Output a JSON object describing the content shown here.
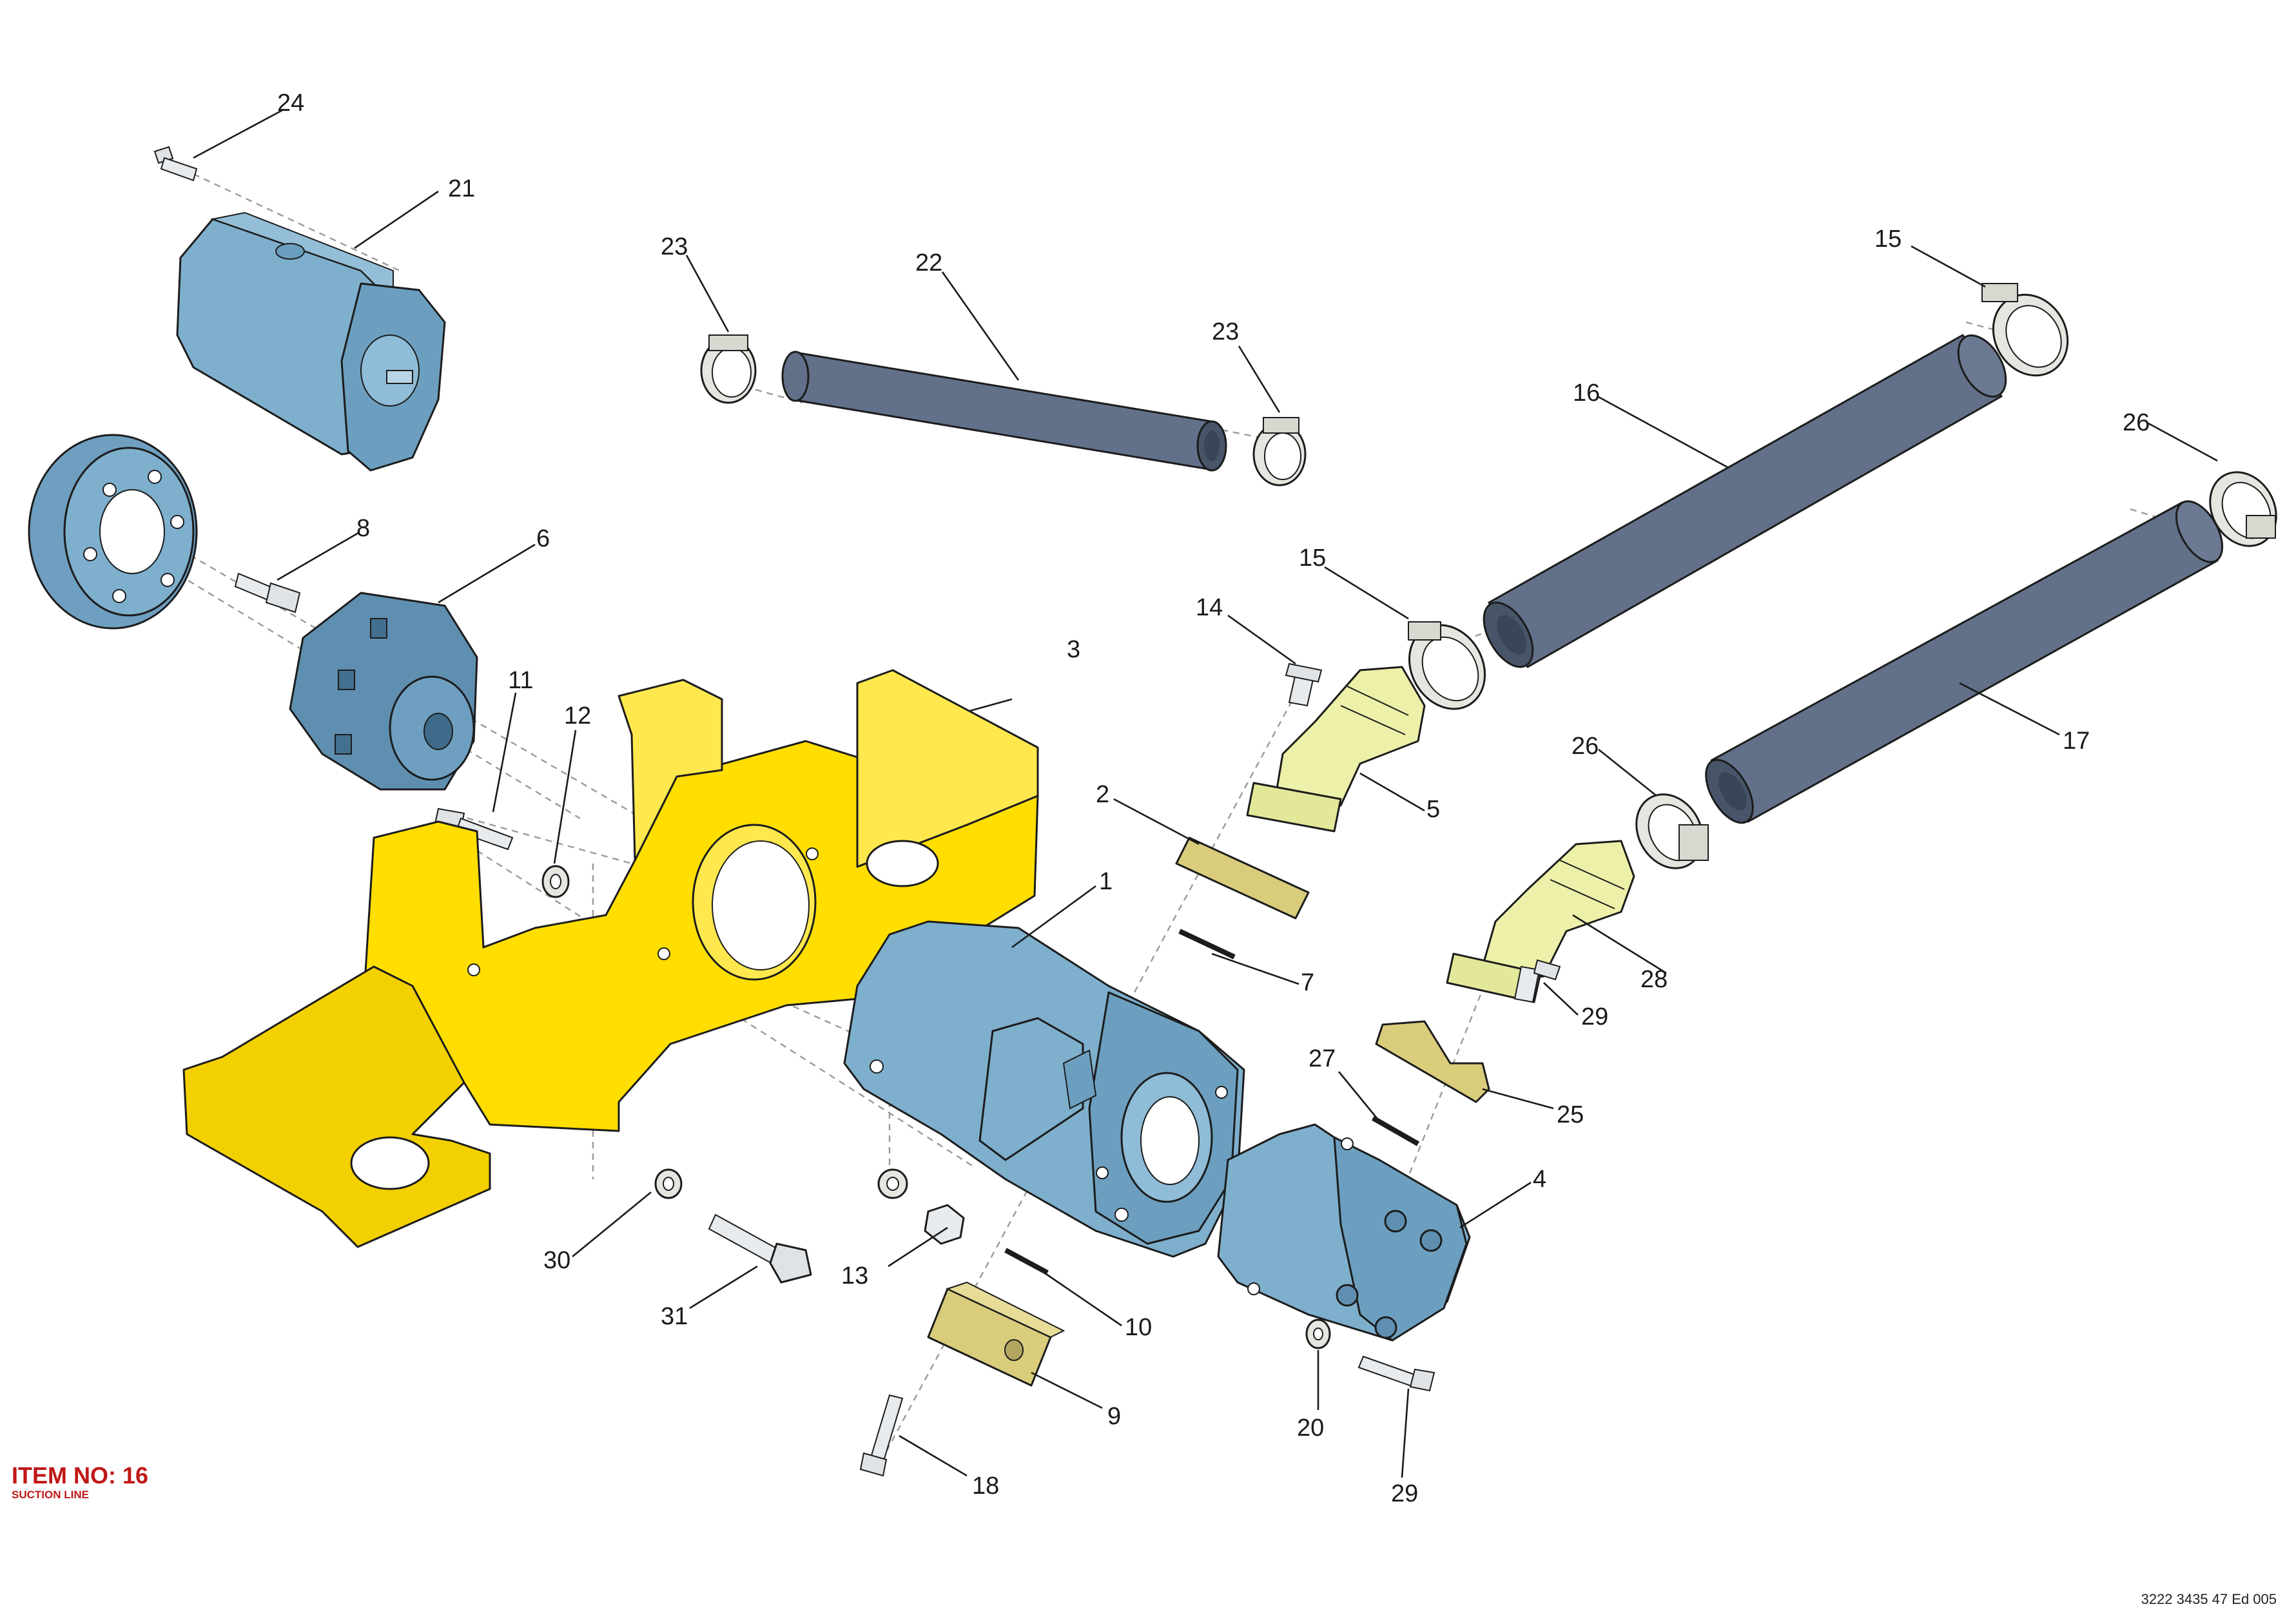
{
  "item_title": "ITEM NO: 16",
  "item_subtitle": "SUCTION LINE",
  "doc_reference": "3222 3435 47 Ed 005",
  "callouts": {
    "c1": "1",
    "c2": "2",
    "c3": "3",
    "c4": "4",
    "c5": "5",
    "c6": "6",
    "c7": "7",
    "c8": "8",
    "c9": "9",
    "c10": "10",
    "c11": "11",
    "c12": "12",
    "c13": "13",
    "c14": "14",
    "c15a": "15",
    "c15b": "15",
    "c16": "16",
    "c17": "17",
    "c18": "18",
    "c20": "20",
    "c21": "21",
    "c22": "22",
    "c23a": "23",
    "c23b": "23",
    "c24": "24",
    "c25": "25",
    "c26a": "26",
    "c26b": "26",
    "c27": "27",
    "c28": "28",
    "c29a": "29",
    "c29b": "29",
    "c30": "30",
    "c31": "31"
  },
  "colors": {
    "bracket_yellow": "#ffde00",
    "pump_blue": "#7eafcd",
    "hose_slate": "#627189",
    "fitting_cream": "#edf0a8",
    "spacer_khaki": "#d9cd7c",
    "label_red": "#c01818"
  }
}
